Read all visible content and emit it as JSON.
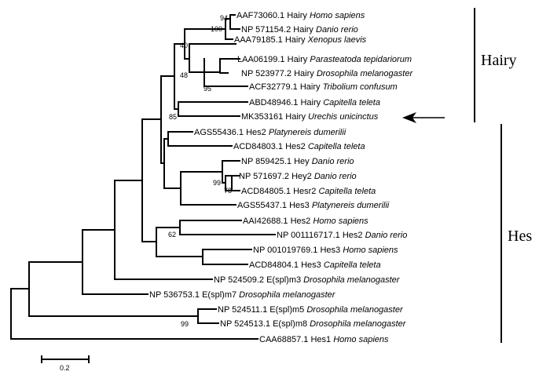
{
  "leaves": [
    {
      "acc": "AAF73060.1",
      "gene": "Hairy",
      "species": "Homo sapiens"
    },
    {
      "acc": "NP 571154.2",
      "gene": "Hairy",
      "species": "Danio rerio"
    },
    {
      "acc": "AAA79185.1",
      "gene": "Hairy",
      "species": "Xenopus laevis"
    },
    {
      "acc": "LAA06199.1",
      "gene": "Hairy",
      "species": "Parasteatoda tepidariorum"
    },
    {
      "acc": "NP 523977.2",
      "gene": "Hairy",
      "species": "Drosophila melanogaster"
    },
    {
      "acc": "ACF32779.1",
      "gene": "Hairy",
      "species": "Tribolium confusum"
    },
    {
      "acc": "ABD48946.1",
      "gene": "Hairy",
      "species": "Capitella teleta"
    },
    {
      "acc": "MK353161",
      "gene": "Hairy",
      "species": "Urechis unicinctus"
    },
    {
      "acc": "AGS55436.1",
      "gene": "Hes2",
      "species": "Platynereis dumerilii"
    },
    {
      "acc": "ACD84803.1",
      "gene": "Hes2",
      "species": "Capitella teleta"
    },
    {
      "acc": "NP 859425.1",
      "gene": "Hey",
      "species": "Danio rerio"
    },
    {
      "acc": "NP 571697.2",
      "gene": "Hey2",
      "species": "Danio rerio"
    },
    {
      "acc": "ACD84805.1",
      "gene": "Hesr2",
      "species": "Capitella teleta"
    },
    {
      "acc": "AGS55437.1",
      "gene": "Hes3",
      "species": "Platynereis dumerilii"
    },
    {
      "acc": "AAI42688.1",
      "gene": "Hes2",
      "species": "Homo sapiens"
    },
    {
      "acc": "NP 001116717.1",
      "gene": "Hes2",
      "species": "Danio rerio"
    },
    {
      "acc": "NP 001019769.1",
      "gene": "Hes3",
      "species": "Homo sapiens"
    },
    {
      "acc": "ACD84804.1",
      "gene": "Hes3",
      "species": "Capitella teleta"
    },
    {
      "acc": "NP 524509.2",
      "gene": "E(spl)m3",
      "species": "Drosophila melanogaster"
    },
    {
      "acc": "NP 536753.1",
      "gene": "E(spl)m7",
      "species": "Drosophila melanogaster"
    },
    {
      "acc": "NP 524511.1",
      "gene": "E(spl)m5",
      "species": "Drosophila melanogaster"
    },
    {
      "acc": "NP 524513.1",
      "gene": "E(spl)m8",
      "species": "Drosophila melanogaster"
    },
    {
      "acc": "CAA68857.1",
      "gene": "Hes1",
      "species": "Homo sapiens"
    }
  ],
  "bootstrap": {
    "b94": "94",
    "b100": "100",
    "b40": "40",
    "b48": "48",
    "b95": "95",
    "b85": "85",
    "b99a": "99",
    "b78": "78",
    "b62": "62",
    "b99b": "99"
  },
  "groups": {
    "hairy": "Hairy",
    "hes": "Hes"
  },
  "scale_bar": {
    "label": "0.2",
    "value": 0.2
  },
  "highlight": "MK353161 Hairy Urechis unicinctus"
}
